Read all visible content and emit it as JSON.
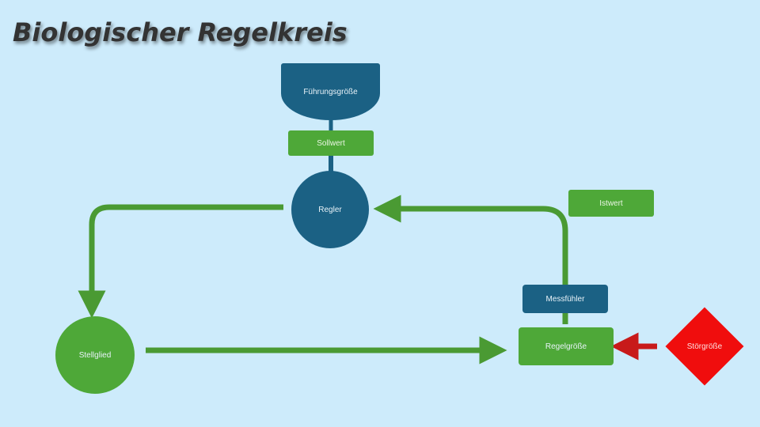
{
  "title": "Biologischer Regelkreis",
  "nodes": {
    "fuehrungsgroesse": "Führungsgröße",
    "sollwert": "Sollwert",
    "regler": "Regler",
    "istwert": "Istwert",
    "messfuehler": "Messfühler",
    "stellglied": "Stellglied",
    "regelgroesse": "Regelgröße",
    "stoergroesse": "Störgröße"
  },
  "colors": {
    "background": "#cdebfb",
    "blue_node": "#1b6184",
    "green_node": "#4ea838",
    "arrow_green": "#4a9a33",
    "disturbance_red": "#f00d0d",
    "arrow_red": "#c81a1a"
  }
}
